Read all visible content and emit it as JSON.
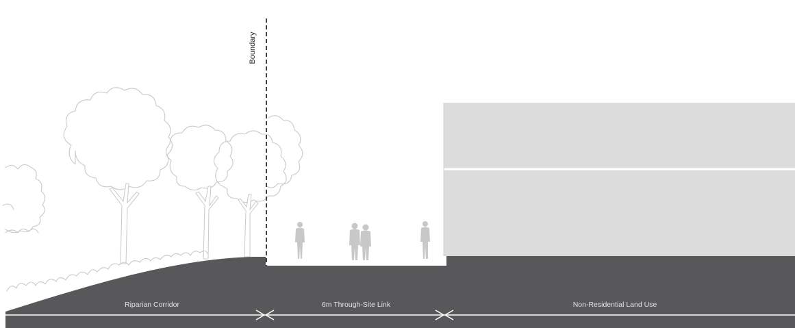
{
  "diagram": {
    "boundary_label": "Boundary",
    "zones": [
      {
        "label": "Riparian Corridor"
      },
      {
        "label": "6m Through-Site Link"
      },
      {
        "label": "Non-Residential Land Use"
      }
    ]
  },
  "colors": {
    "ground": "#58585b",
    "building": "#dcdcdd",
    "building_line": "#ffffff",
    "tree_outline": "#c9c9cb",
    "people": "#c8c8c8",
    "label_text": "#e4e4e4"
  }
}
